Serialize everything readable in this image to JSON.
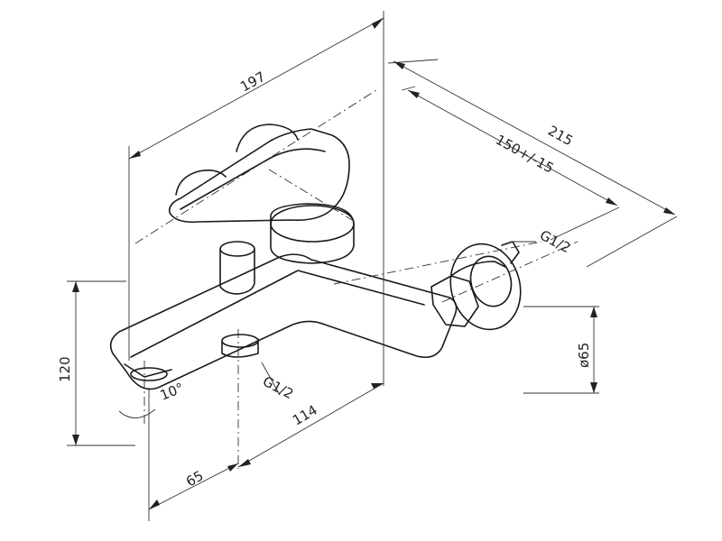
{
  "drawing": {
    "dimensions": {
      "width_overall": "197",
      "depth_total": "215",
      "center_distance": "150+/-15",
      "height": "120",
      "spout_projection": "114",
      "spout_offset": "65",
      "spout_angle": "10°",
      "inlet_thread": "G1/2",
      "outlet_thread": "G1/2",
      "flange_diameter": "ø65"
    }
  }
}
